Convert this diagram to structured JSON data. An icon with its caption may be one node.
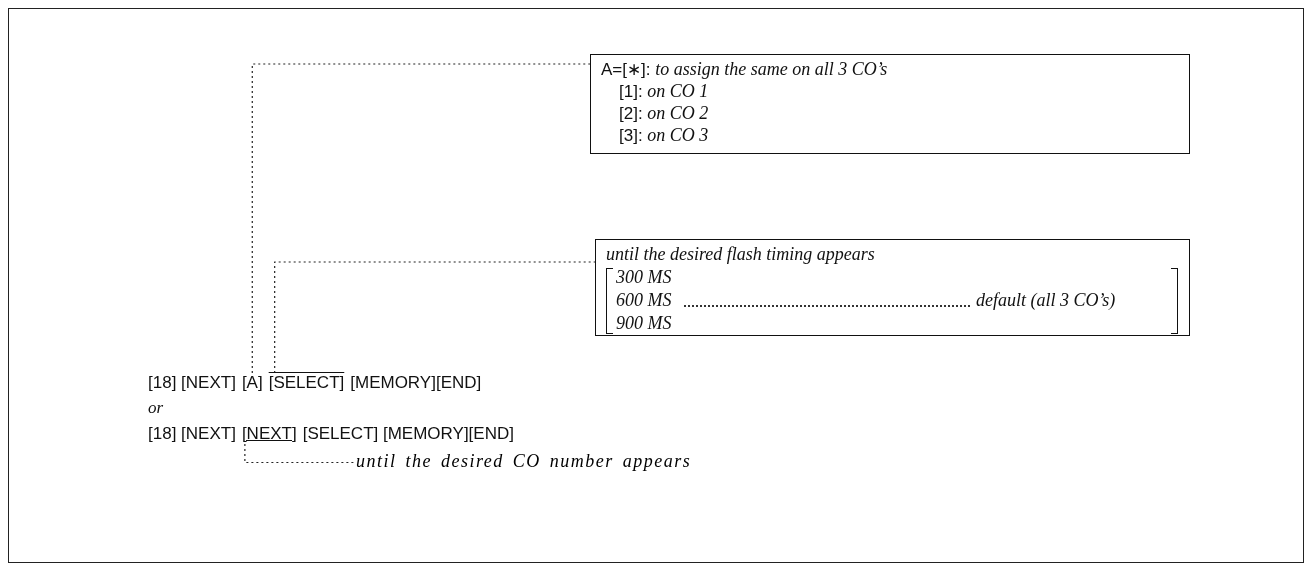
{
  "diagram": {
    "nodes": [
      {
        "text": [
          "A=[∗]: *to assign the same on all 3 CO’s*",
          "[1]: *on CO 1*",
          "[2]: *on CO 2*",
          "[3]: *on CO 3*"
        ]
      },
      {
        "text": [
          "until the desired flash timing appears",
          "300 MS",
          "600 MS",
          "default (all 3 CO’s)",
          "900 MS"
        ]
      },
      {
        "text": [
          "[A]"
        ]
      },
      {
        "text": [
          "[SELECT]"
        ]
      },
      {
        "text": [
          "[NEXT]"
        ]
      },
      {
        "text": [
          "until the desired CO number appears"
        ]
      }
    ],
    "edges": [
      {
        "from": 2,
        "to": 0,
        "arrow": "none",
        "style": "dashed"
      },
      {
        "from": 3,
        "to": 1,
        "arrow": "none",
        "style": "dashed"
      },
      {
        "from": 4,
        "to": 5,
        "arrow": "none",
        "style": "dashed"
      }
    ],
    "labels": [
      "[18] [NEXT]",
      "[MEMORY][END]",
      "or",
      "[18] [NEXT]",
      "[SELECT] [MEMORY][END]"
    ]
  }
}
